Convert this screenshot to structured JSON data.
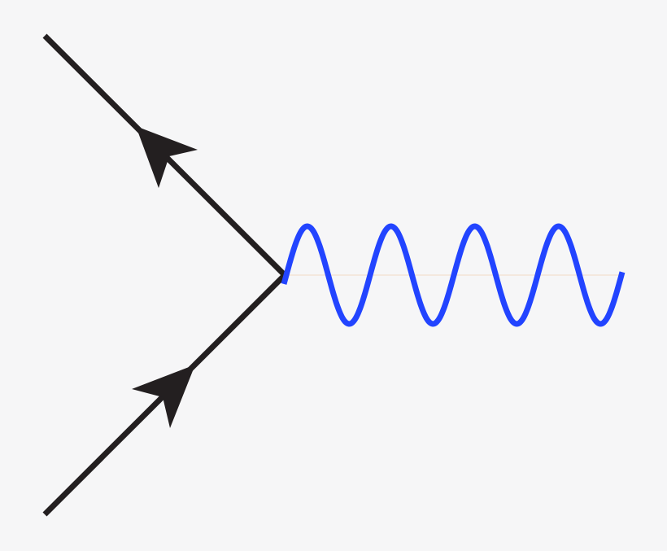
{
  "diagram": {
    "type": "feynman-vertex",
    "colors": {
      "background": "#f6f6f7",
      "fermion": "#231f20",
      "photon": "#2244ff",
      "axis": "#f3d9c4"
    },
    "elements": [
      {
        "kind": "fermion-line",
        "direction": "toward-outer-end"
      },
      {
        "kind": "fermion-line",
        "direction": "toward-vertex"
      },
      {
        "kind": "photon-wavy-line",
        "oscillations": 4
      }
    ]
  }
}
